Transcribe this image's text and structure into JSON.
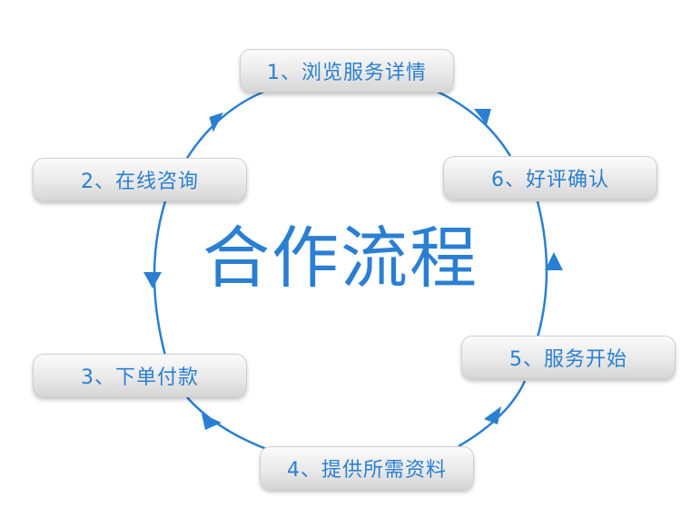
{
  "title": "合作流程",
  "colors": {
    "accent": "#2a7fd2",
    "box": "#e6e6e6"
  },
  "steps": [
    {
      "label": "1、浏览服务详情"
    },
    {
      "label": "2、在线咨询"
    },
    {
      "label": "3、下单付款"
    },
    {
      "label": "4、提供所需资料"
    },
    {
      "label": "5、服务开始"
    },
    {
      "label": "6、好评确认"
    }
  ]
}
